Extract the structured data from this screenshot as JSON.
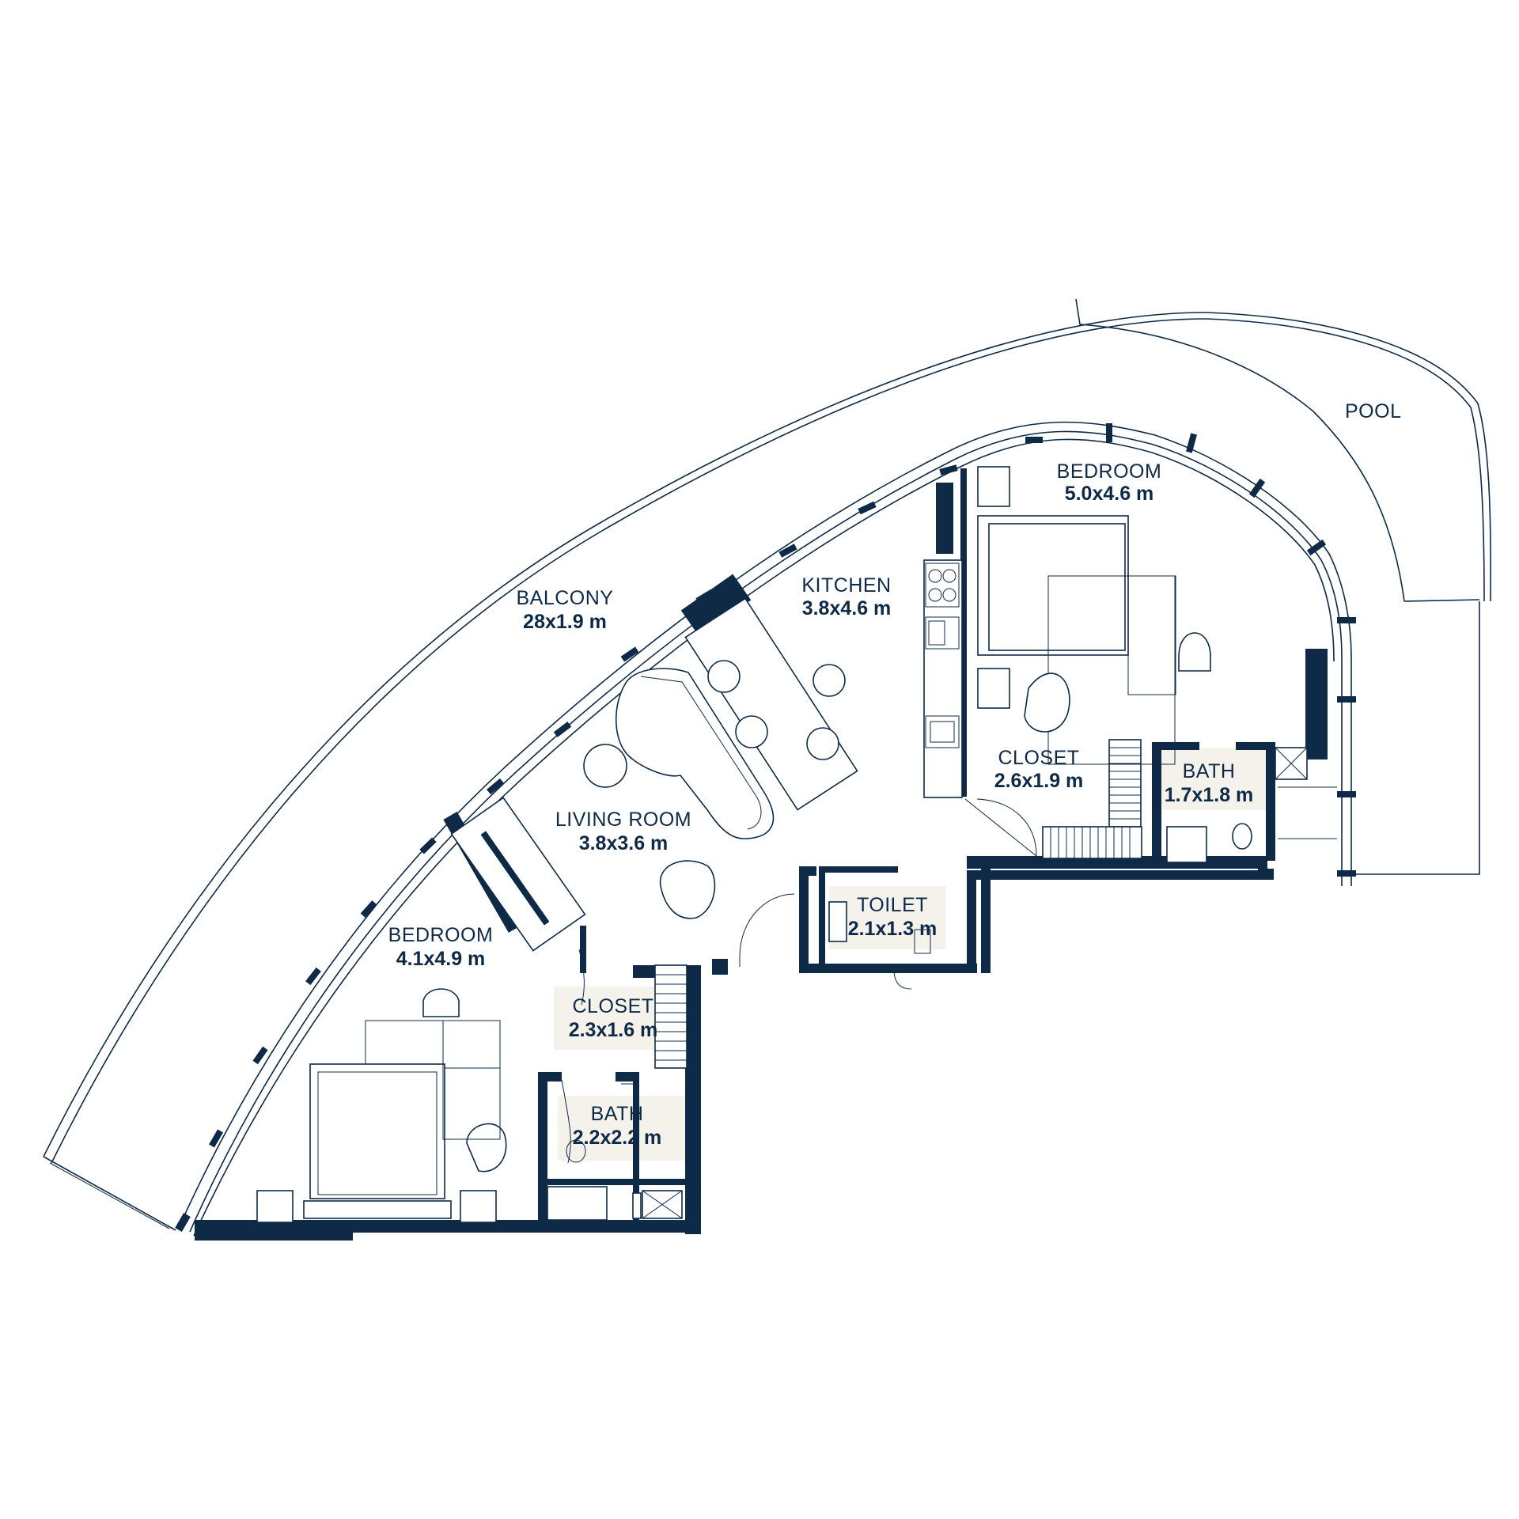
{
  "plan": {
    "pool_label": "POOL",
    "rooms": [
      {
        "id": "bedroom-master",
        "name": "BEDROOM",
        "size": "5.0x4.6 m"
      },
      {
        "id": "kitchen",
        "name": "KITCHEN",
        "size": "3.8x4.6 m"
      },
      {
        "id": "balcony",
        "name": "BALCONY",
        "size": "28x1.9 m"
      },
      {
        "id": "living-room",
        "name": "LIVING ROOM",
        "size": "3.8x3.6 m"
      },
      {
        "id": "closet-master",
        "name": "CLOSET",
        "size": "2.6x1.9 m"
      },
      {
        "id": "bath-master",
        "name": "BATH",
        "size": "1.7x1.8 m"
      },
      {
        "id": "toilet",
        "name": "TOILET",
        "size": "2.1x1.3 m"
      },
      {
        "id": "bedroom-second",
        "name": "BEDROOM",
        "size": "4.1x4.9 m"
      },
      {
        "id": "closet-second",
        "name": "CLOSET",
        "size": "2.3x1.6 m"
      },
      {
        "id": "bath-second",
        "name": "BATH",
        "size": "2.2x2.2 m"
      }
    ],
    "colors": {
      "wall": "#0e2a47",
      "label_bg": "#f5f2ec",
      "background": "#ffffff"
    }
  }
}
